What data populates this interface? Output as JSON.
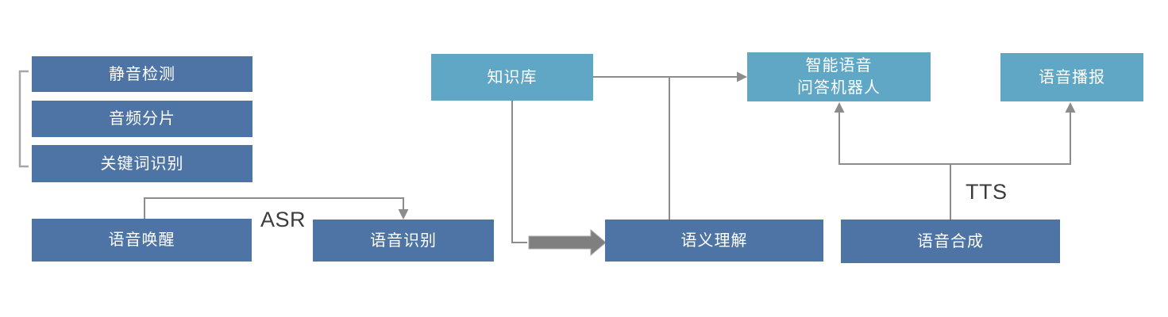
{
  "colors": {
    "dark_box": "#4d74a4",
    "light_box": "#60a6c5",
    "connector_gray": "#8c8c8c",
    "thick_arrow_gray": "#7f7f7f",
    "bracket_gray": "#a6a6a6",
    "edge_label": "#3c3c3c",
    "box_text": "#ffffff",
    "background": "#ffffff"
  },
  "nodes": {
    "silence_detection": {
      "label": "静音检测"
    },
    "audio_slicing": {
      "label": "音频分片"
    },
    "keyword_recognition": {
      "label": "关键词识别"
    },
    "voice_wakeup": {
      "label": "语音唤醒"
    },
    "speech_recognition": {
      "label": "语音识别"
    },
    "knowledge_base": {
      "label": "知识库"
    },
    "semantic_understanding": {
      "label": "语义理解"
    },
    "speech_synthesis": {
      "label": "语音合成"
    },
    "qa_robot": {
      "lines": [
        "智能语音",
        "问答机器人"
      ]
    },
    "voice_broadcast": {
      "label": "语音播报"
    }
  },
  "edge_labels": {
    "asr": "ASR",
    "tts": "TTS"
  }
}
